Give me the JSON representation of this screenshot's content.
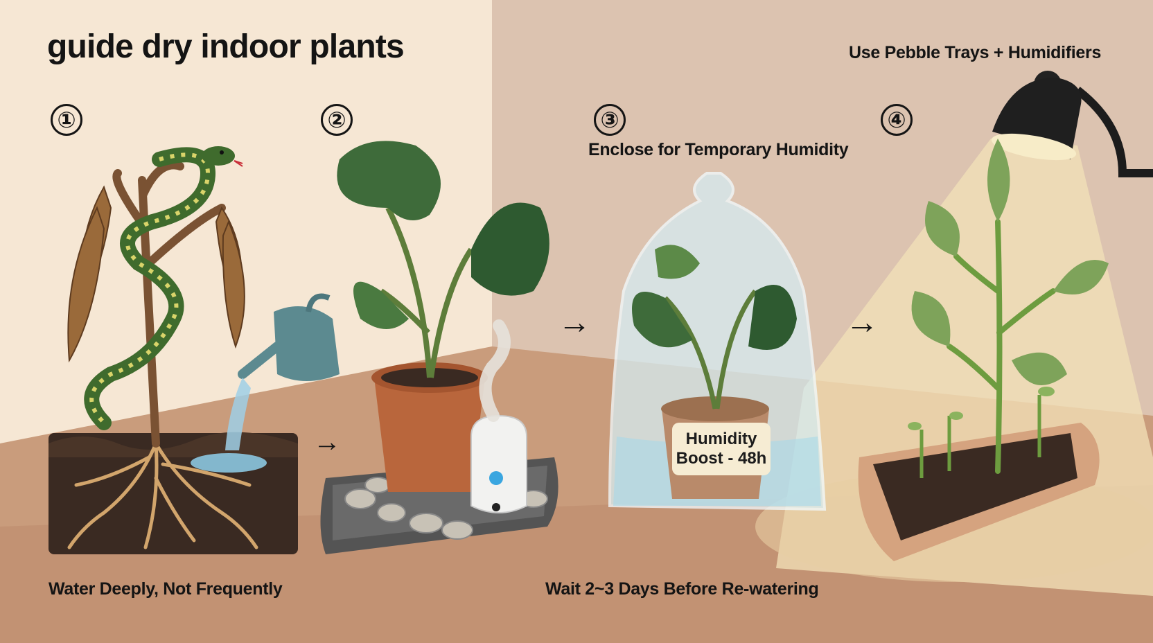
{
  "title": "guide dry indoor plants",
  "steps": [
    {
      "number": "①"
    },
    {
      "number": "②"
    },
    {
      "number": "③"
    },
    {
      "number": "④"
    }
  ],
  "captions": {
    "top_right": "Use Pebble Trays + Humidifiers",
    "step3": "Enclose for Temporary Humidity",
    "bottom_left": "Water Deeply, Not Frequently",
    "bottom_mid": "Wait 2~3 Days Before Re-watering"
  },
  "bag_label": {
    "line1": "Humidity",
    "line2": "Boost - 48h"
  },
  "arrow_glyph": "→",
  "colors": {
    "wall_left": "#f6e7d4",
    "wall_right": "#dcc3b0",
    "table": "#c99c7c",
    "leaf_dark": "#3e6b3a",
    "leaf_light": "#7ea35a",
    "pot": "#b9663c",
    "soil": "#3a2a22"
  }
}
